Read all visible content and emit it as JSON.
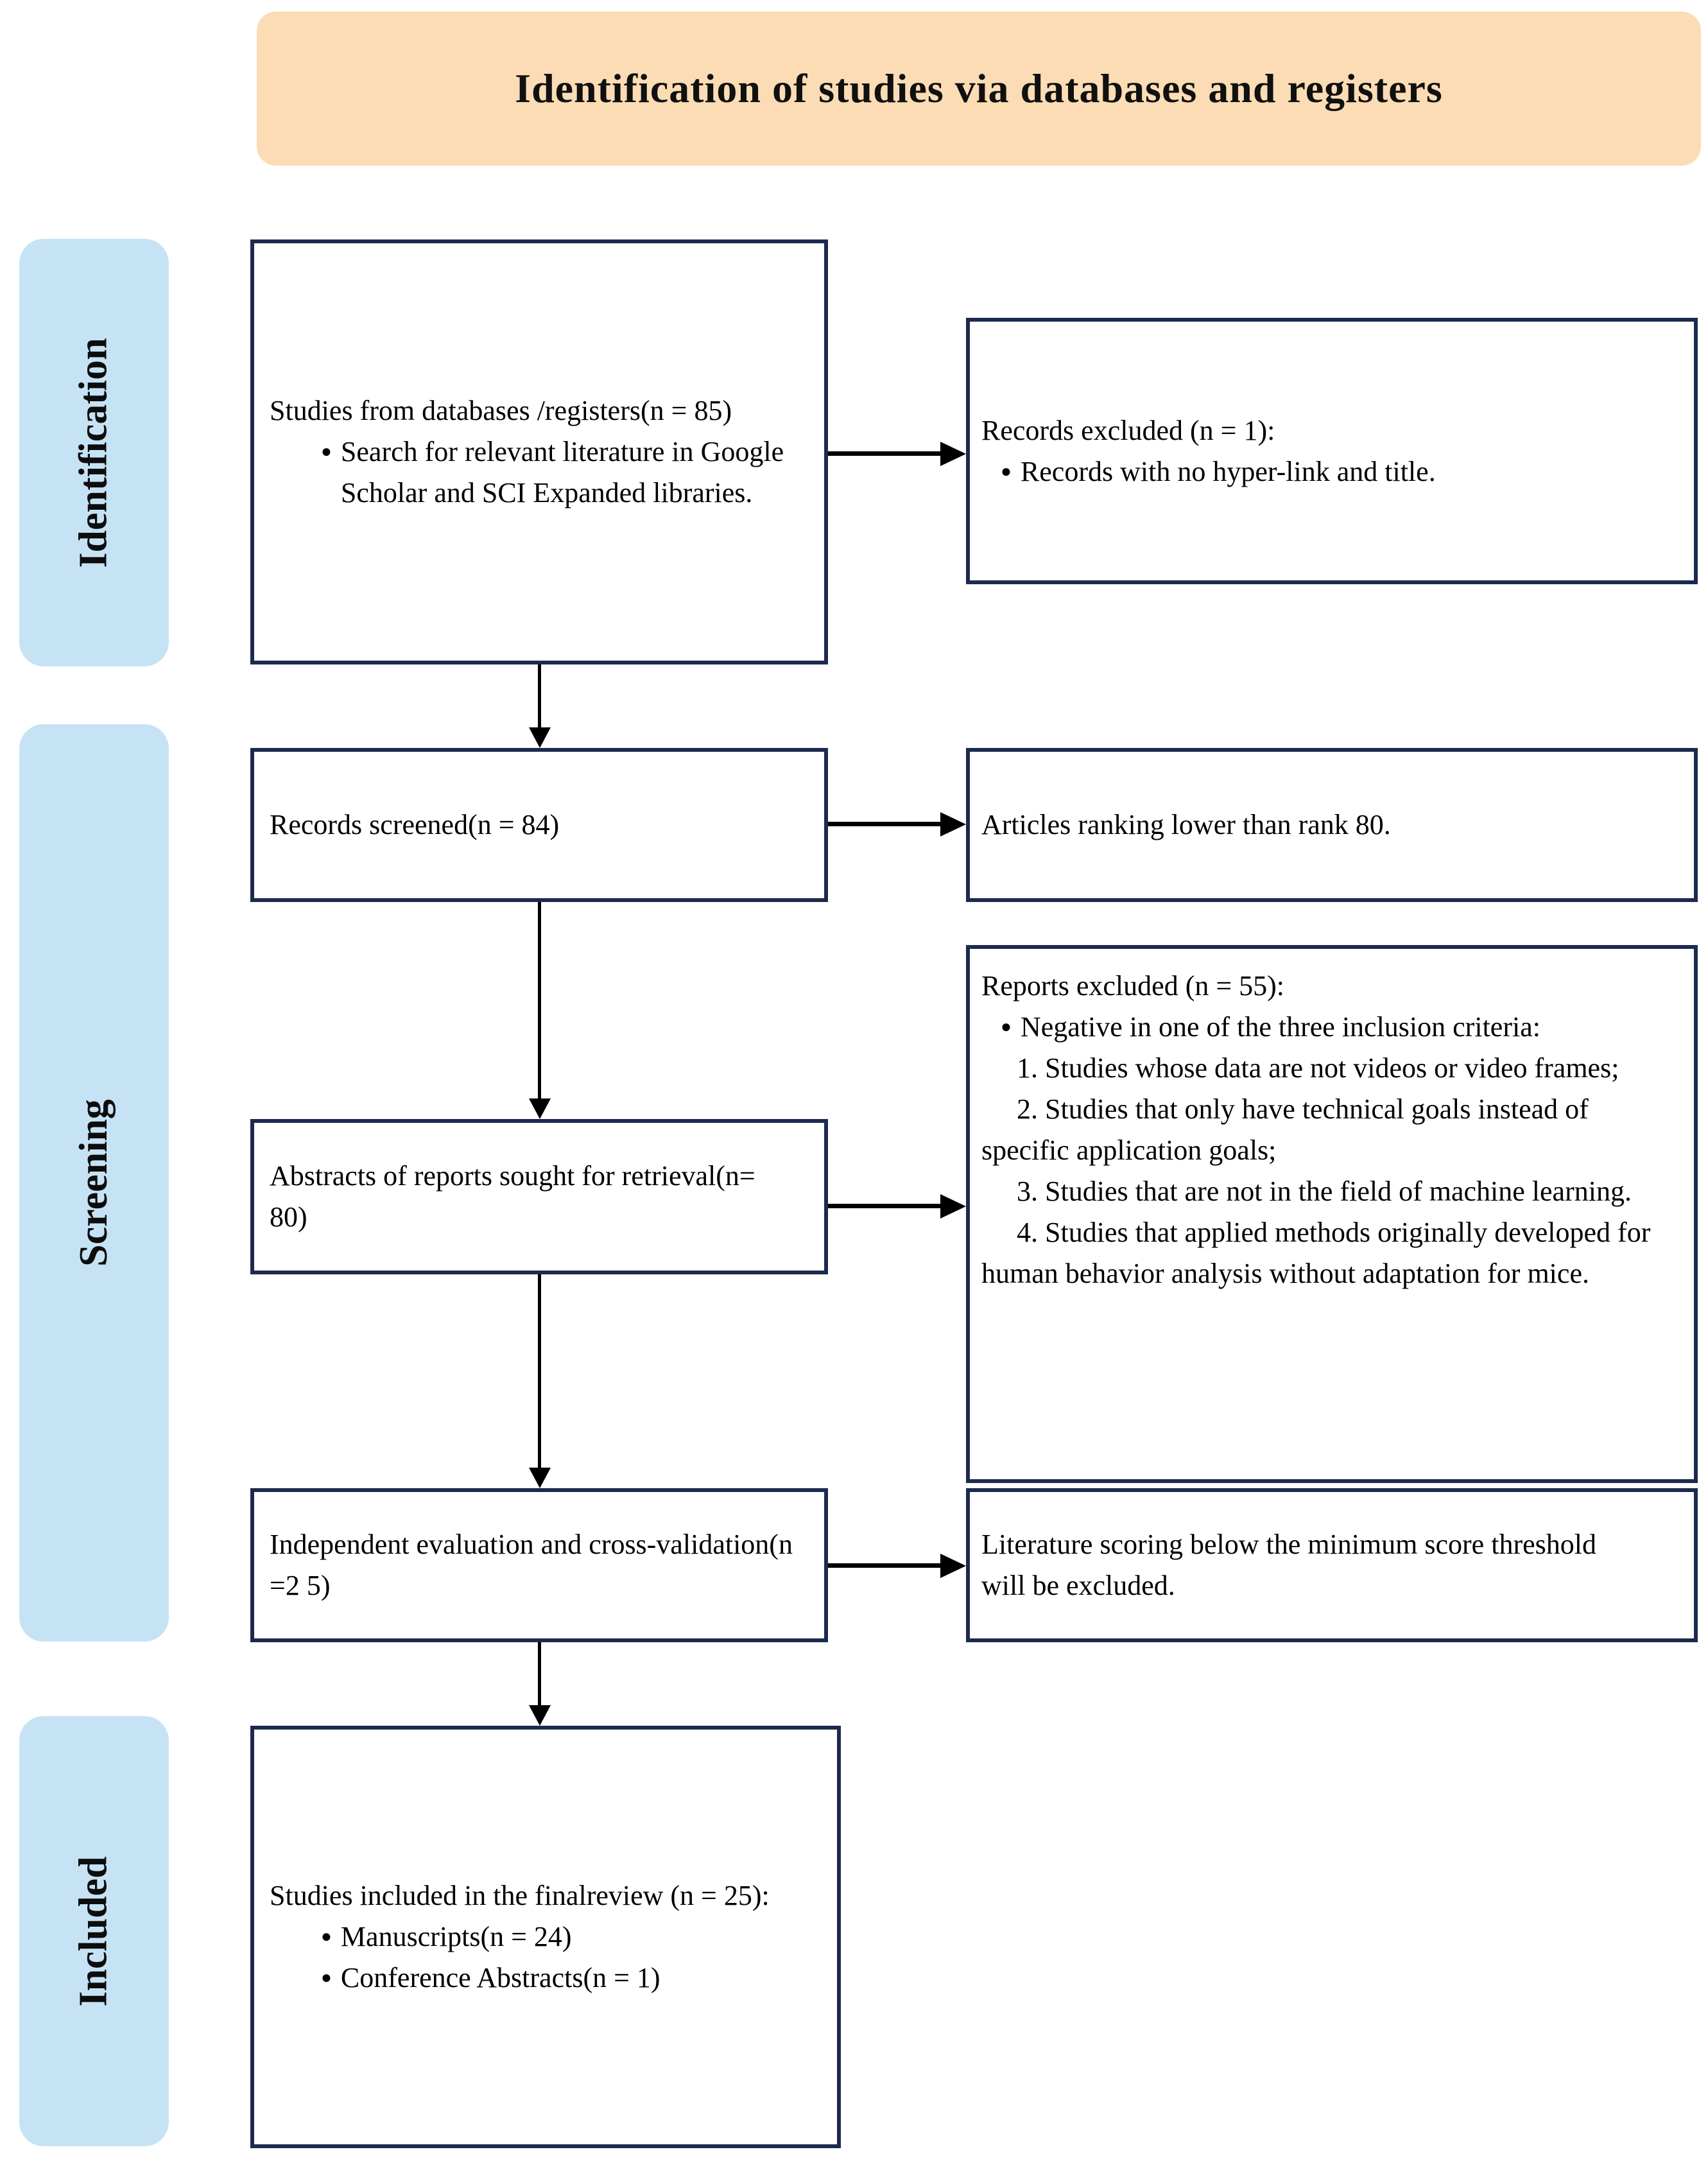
{
  "banner": {
    "title": "Identification of studies via databases and registers"
  },
  "stages": {
    "identification": "Identification",
    "screening": "Screening",
    "included": "Included"
  },
  "flow": {
    "studies_source": {
      "text": "Studies from databases /registers(n = 85)",
      "bullets": [
        "Search for relevant literature in Google Scholar and SCI Expanded libraries."
      ]
    },
    "records_screened": {
      "text": "Records screened(n = 84)"
    },
    "abstracts_sought": {
      "text": "Abstracts of reports sought for retrieval(n= 80)"
    },
    "independent_evaluation": {
      "text": "Independent evaluation and cross-validation(n =2 5)"
    },
    "studies_included": {
      "text": "Studies included in the finalreview (n = 25):",
      "bullets": [
        "Manuscripts(n = 24)",
        "Conference Abstracts(n = 1)"
      ]
    }
  },
  "exclusions": {
    "records_excluded": {
      "heading": "Records excluded (n = 1):",
      "bullets": [
        "Records with no hyper-link and title."
      ]
    },
    "articles_ranking": {
      "text": "Articles ranking lower than rank 80."
    },
    "reports_excluded": {
      "heading": "Reports excluded (n = 55):",
      "bullet": "Negative in one of the three inclusion criteria:",
      "items": [
        "1. Studies whose data are not videos or video frames;",
        "2. Studies that only have technical goals instead of specific application goals;",
        "3. Studies that are not in the field of machine learning.",
        "4. Studies that applied methods originally developed for human behavior analysis without adaptation for mice."
      ]
    },
    "literature_scoring": {
      "text": "Literature scoring below the minimum score threshold will be excluded."
    }
  },
  "bullet_glyph": "●",
  "colors": {
    "banner_bg": "#fbdcb4",
    "band_bg": "#c6e3f5",
    "box_border": "#1c2a4e",
    "arrow": "#000000",
    "text": "#000000"
  }
}
